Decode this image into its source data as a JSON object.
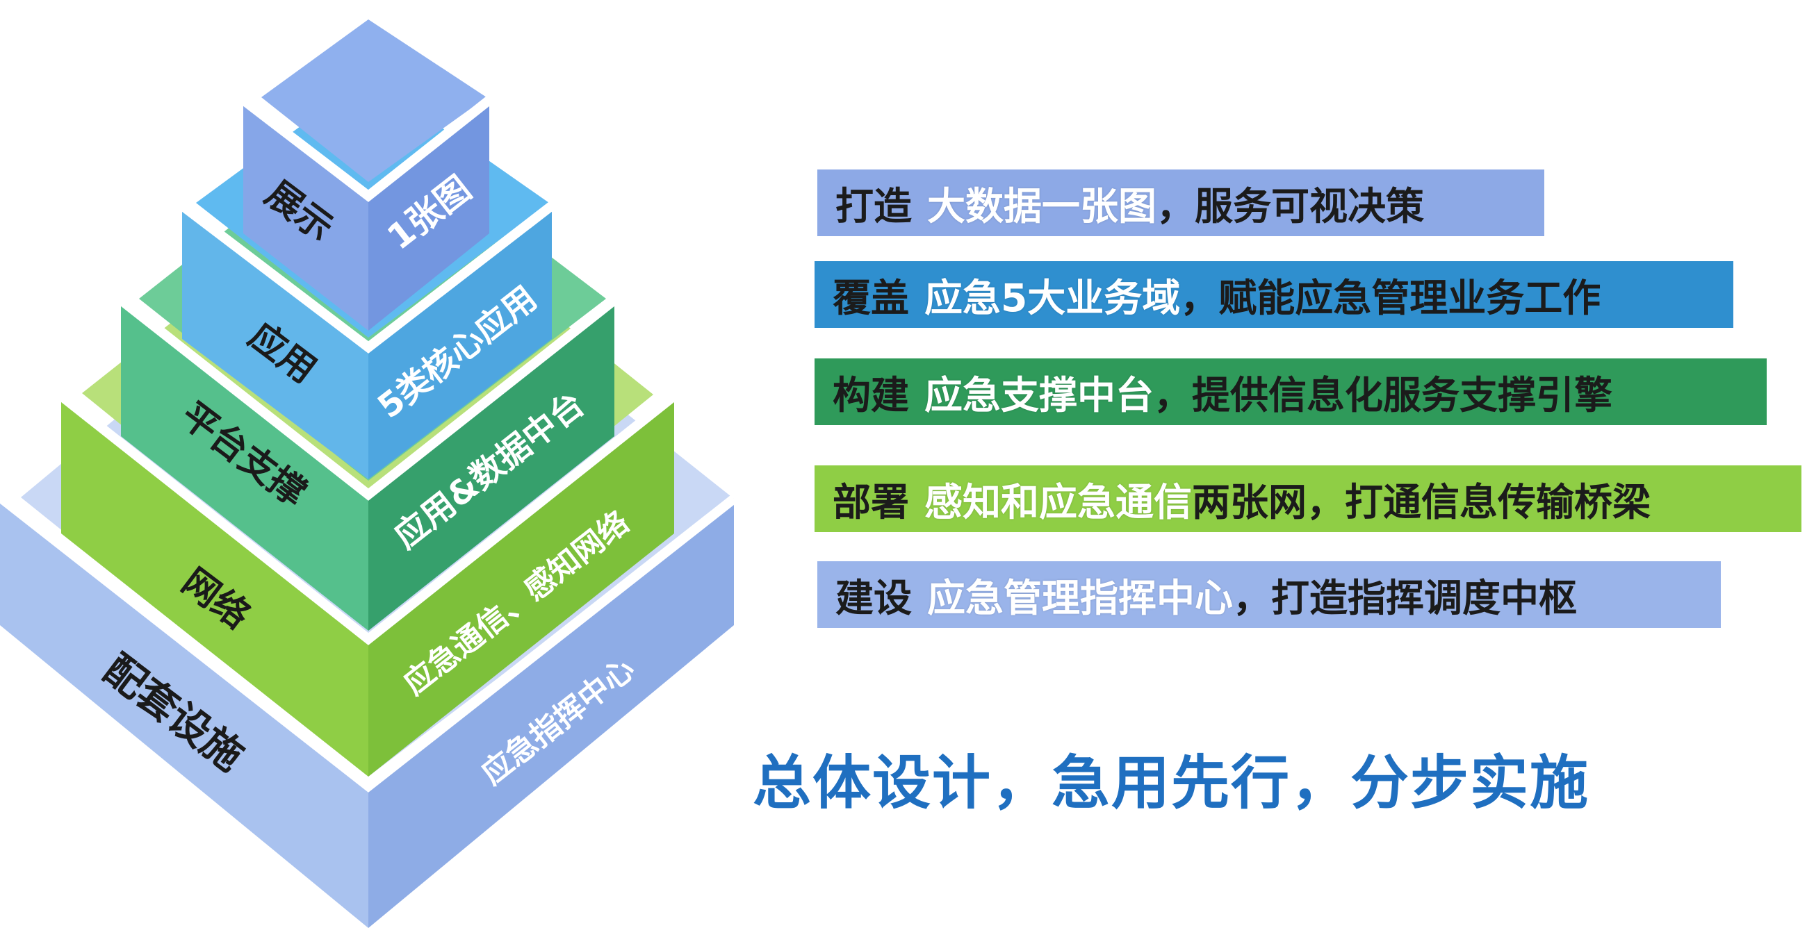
{
  "colors": {
    "tier1": "#7e9fe6",
    "tier2": "#5bb3e8",
    "tier3": "#3fb27f",
    "tier4": "#8fce45",
    "tier5": "#a9c2ef",
    "slogan": "#1f6fc0",
    "banner_blue": "#8da9e6",
    "banner_teal": "#2f8fcf",
    "banner_green": "#2f9a5a",
    "banner_lime": "#8fce45",
    "banner_lightblue": "#9ab4ea"
  },
  "pyramid": {
    "tiers": [
      {
        "left_label": "展示",
        "right_label": "1张图"
      },
      {
        "left_label": "应用",
        "right_label": "5类核心应用"
      },
      {
        "left_label": "平台支撑",
        "right_label": "应用&数据中台"
      },
      {
        "left_label": "网络",
        "right_label": "应急通信、感知网络"
      },
      {
        "left_label": "配套设施",
        "right_label": "应急指挥中心"
      }
    ]
  },
  "banners": [
    {
      "verb": "打造",
      "highlight": "大数据一张图",
      "highlight2": "",
      "rest": "，服务可视决策",
      "color": "#8da9e6"
    },
    {
      "verb": "覆盖",
      "highlight": "应急5大业务域",
      "highlight2": "",
      "rest": "，赋能应急管理业务工作",
      "color": "#2f8fcf"
    },
    {
      "verb": "构建",
      "highlight": "应急支撑中台",
      "highlight2": "",
      "rest": "，提供信息化服务支撑引擎",
      "color": "#2f9a5a"
    },
    {
      "verb": "部署",
      "highlight": "感知和应急通信",
      "highlight2": "两张网",
      "rest": "，打通信息传输桥梁",
      "color": "#8fce45"
    },
    {
      "verb": "建设",
      "highlight": "应急管理指挥中心",
      "highlight2": "",
      "rest": "，打造指挥调度中枢",
      "color": "#9ab4ea"
    }
  ],
  "slogan": "总体设计，急用先行，分步实施"
}
